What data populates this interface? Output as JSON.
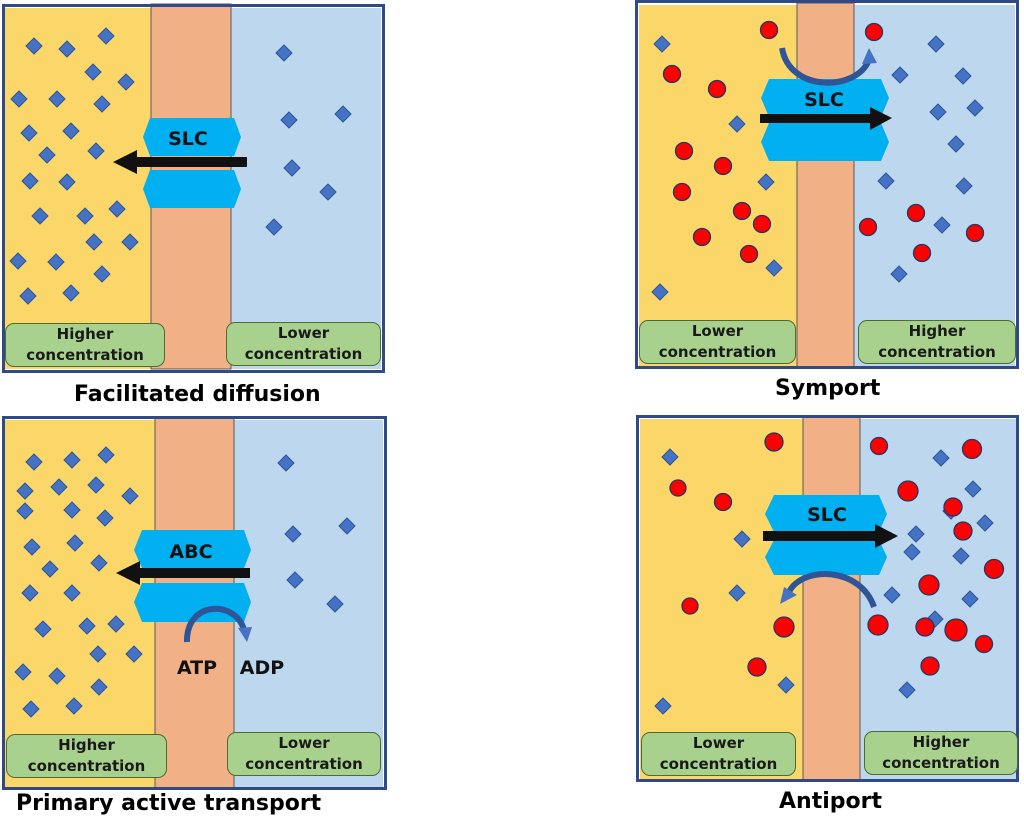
{
  "panels": {
    "facilitated": {
      "caption": "Facilitated diffusion",
      "protein": "SLC",
      "left_label": [
        "Higher",
        "concentration"
      ],
      "right_label": [
        "Lower",
        "concentration"
      ]
    },
    "symport": {
      "caption": "Symport",
      "protein": "SLC",
      "left_label": [
        "Lower",
        "concentration"
      ],
      "right_label": [
        "Higher",
        "concentration"
      ]
    },
    "primary": {
      "caption": "Primary active transport",
      "protein": "ABC",
      "left_label": [
        "Higher",
        "concentration"
      ],
      "right_label": [
        "Lower",
        "concentration"
      ],
      "energy_in": "ATP",
      "energy_out": "ADP"
    },
    "antiport": {
      "caption": "Antiport",
      "protein": "SLC",
      "left_label": [
        "Lower",
        "concentration"
      ],
      "right_label": [
        "Higher",
        "concentration"
      ]
    }
  },
  "colors": {
    "left_compartment": "#fbd76a",
    "membrane": "#f2b087",
    "right_compartment": "#bdd7ee",
    "transporter": "#00b0f0",
    "substrate": "#4472c4",
    "cosubstrate": "#ff0000",
    "label_box": "#a9d18e",
    "frame": "#2f4a86"
  },
  "icons": {
    "substrate": "diamond-icon",
    "cosubstrate": "circle-icon",
    "direction": "arrow-icon",
    "conformational_change": "curved-arrow-icon"
  }
}
